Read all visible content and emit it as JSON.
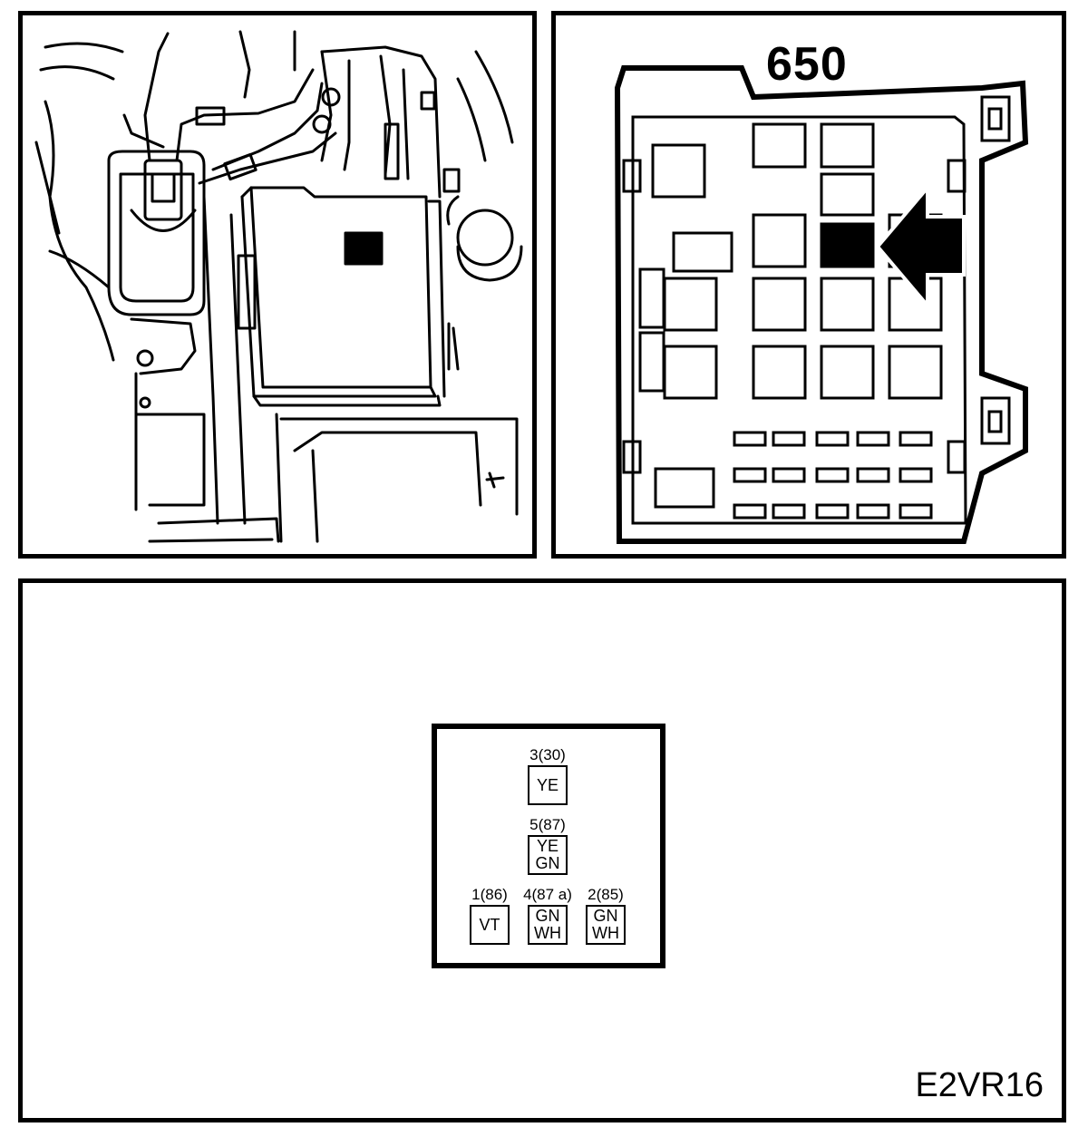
{
  "fuse_box": {
    "number": "650"
  },
  "connector": {
    "pins": [
      {
        "label": "3(30)",
        "colors": [
          "YE"
        ]
      },
      {
        "label": "5(87)",
        "colors": [
          "YE",
          "GN"
        ]
      },
      {
        "label": "1(86)",
        "colors": [
          "VT"
        ]
      },
      {
        "label": "4(87 a)",
        "colors": [
          "GN",
          "WH"
        ]
      },
      {
        "label": "2(85)",
        "colors": [
          "GN",
          "WH"
        ]
      }
    ]
  },
  "diagram_code": "E2VR16"
}
